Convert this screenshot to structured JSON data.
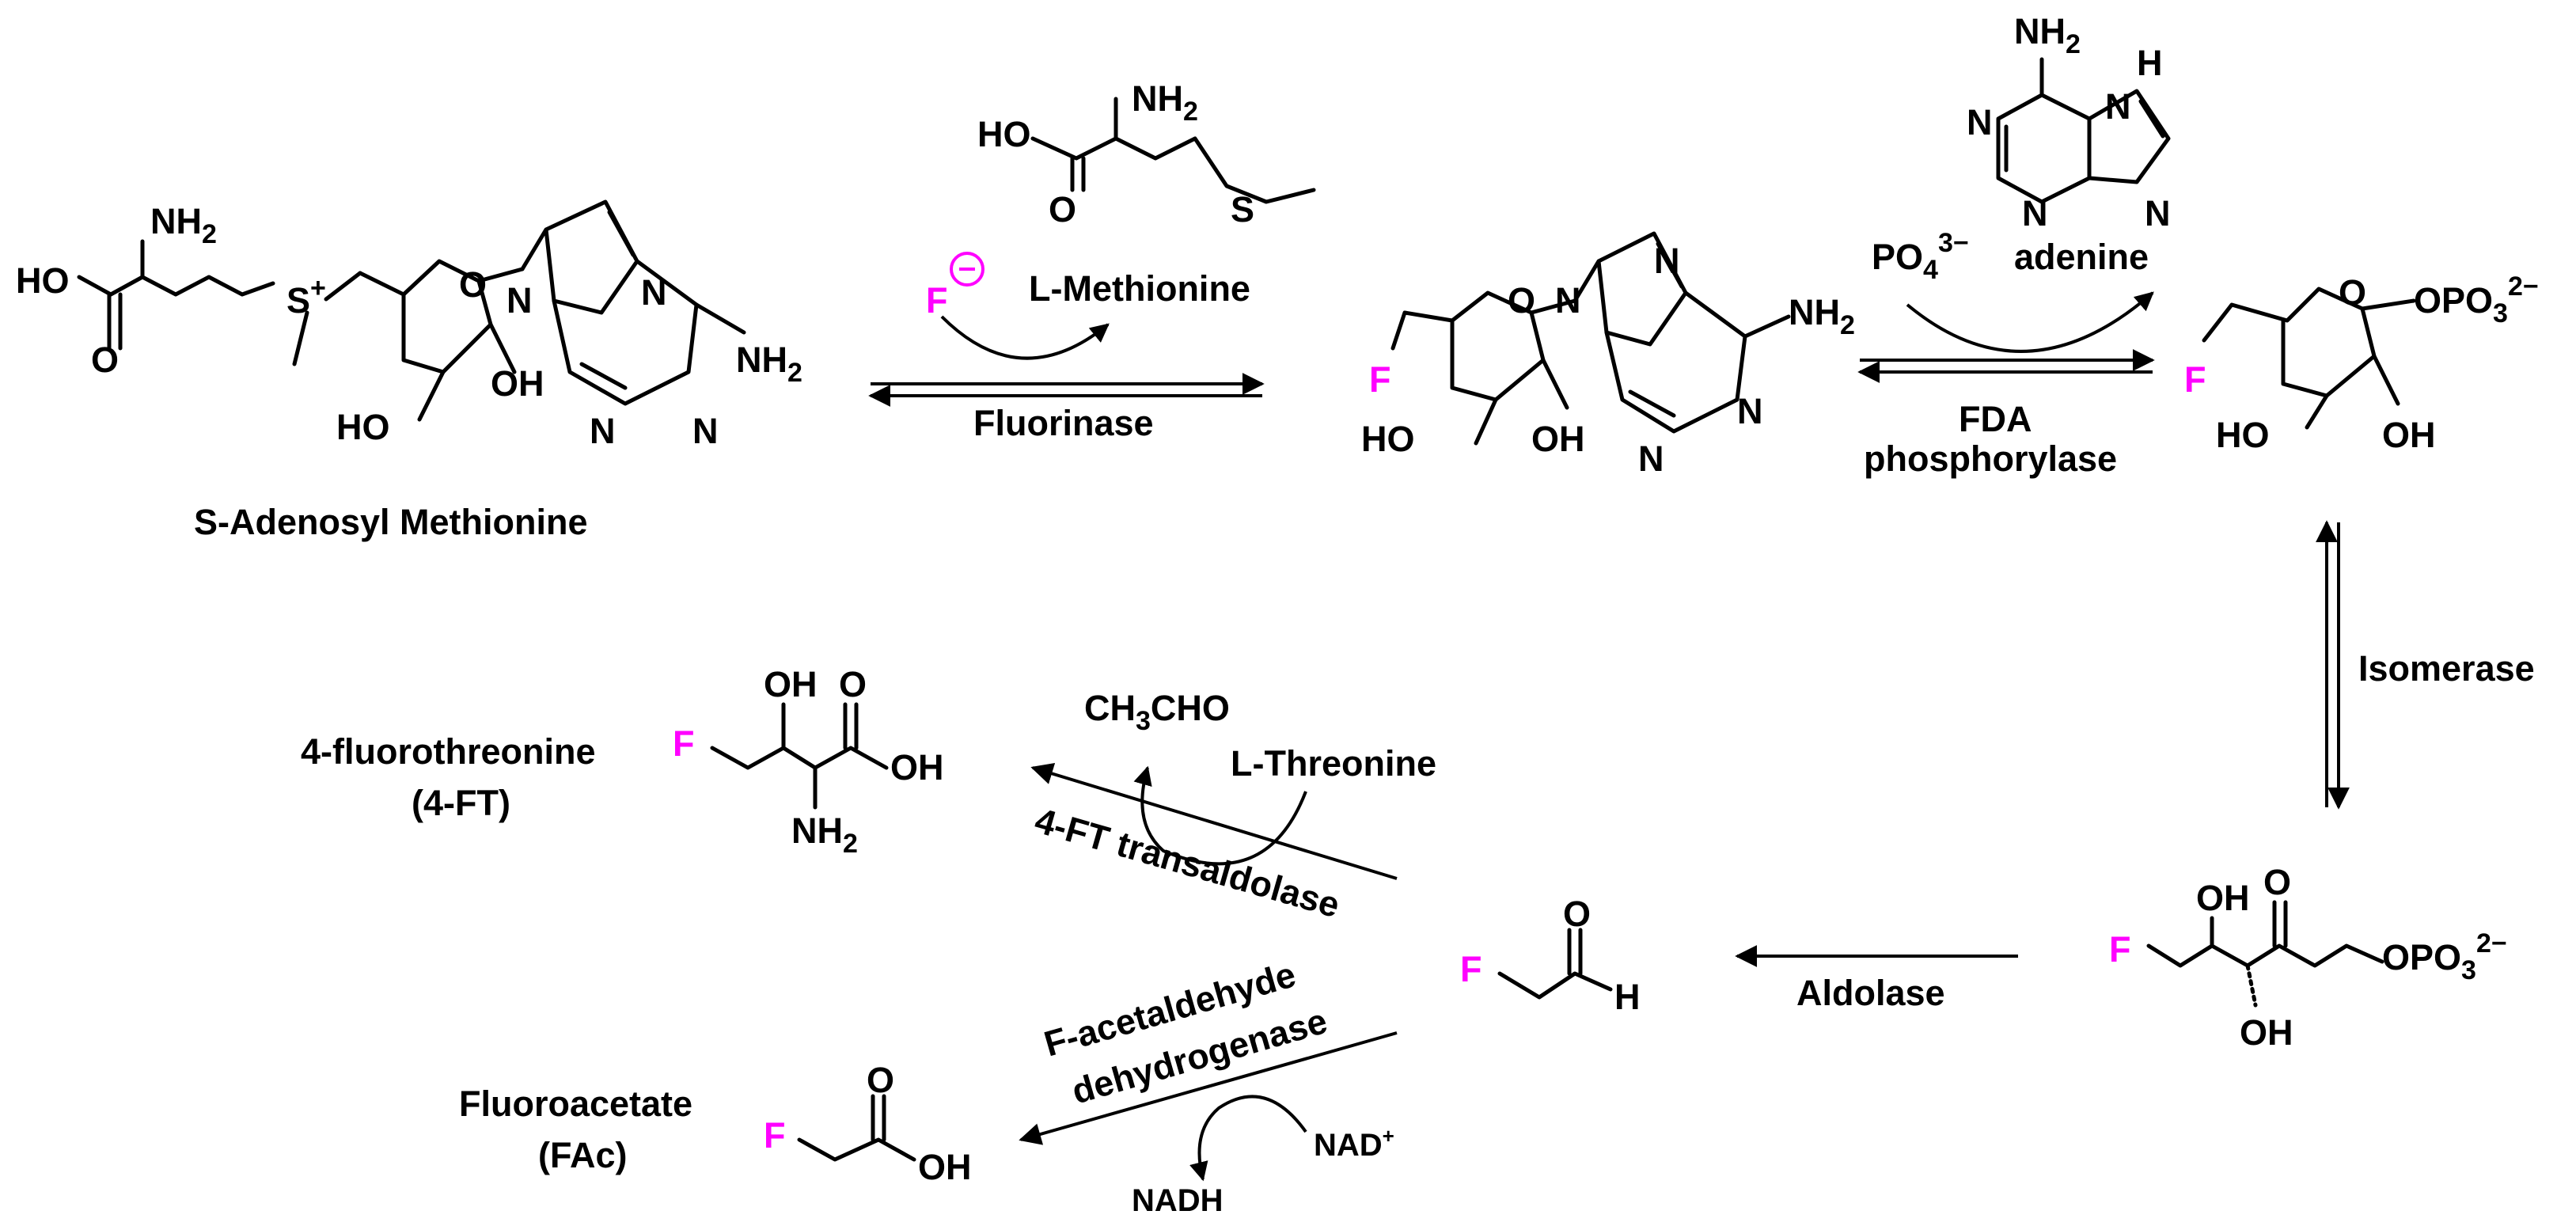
{
  "colors": {
    "fluorine": "#ff00ff",
    "ink": "#000000",
    "background": "#ffffff"
  },
  "atoms": {
    "F": "F",
    "OH": "OH",
    "HO": "HO",
    "NH2": "NH",
    "sub2": "2",
    "N": "N",
    "H": "H",
    "O": "O",
    "S": "S",
    "plus": "+",
    "minus": "⊖"
  },
  "compounds": {
    "sam": "S-Adenosyl Methionine",
    "methionine": "L-Methionine",
    "adenine": "adenine",
    "phosphate": "PO",
    "phosphate_sub": "4",
    "phosphate_sup": "3−",
    "opo3": "OPO",
    "opo3_sub": "3",
    "opo3_sup": "2−",
    "fourft": "4-fluorothreonine",
    "fourft_abbr": "(4-FT)",
    "fac": "Fluoroacetate",
    "fac_abbr": "(FAc)",
    "threonine": "L-Threonine",
    "ch3cho_a": "CH",
    "ch3cho_sub": "3",
    "ch3cho_b": "CHO",
    "nad": "NAD",
    "nad_sup": "+",
    "nadh": "NADH"
  },
  "enzymes": {
    "fluorinase": "Fluorinase",
    "fda_phosphorylase_1": "FDA",
    "fda_phosphorylase_2": "phosphorylase",
    "isomerase": "Isomerase",
    "aldolase": "Aldolase",
    "transaldolase": "4-FT transaldolase",
    "dehydrogenase_1": "F-acetaldehyde",
    "dehydrogenase_2": "dehydrogenase"
  }
}
